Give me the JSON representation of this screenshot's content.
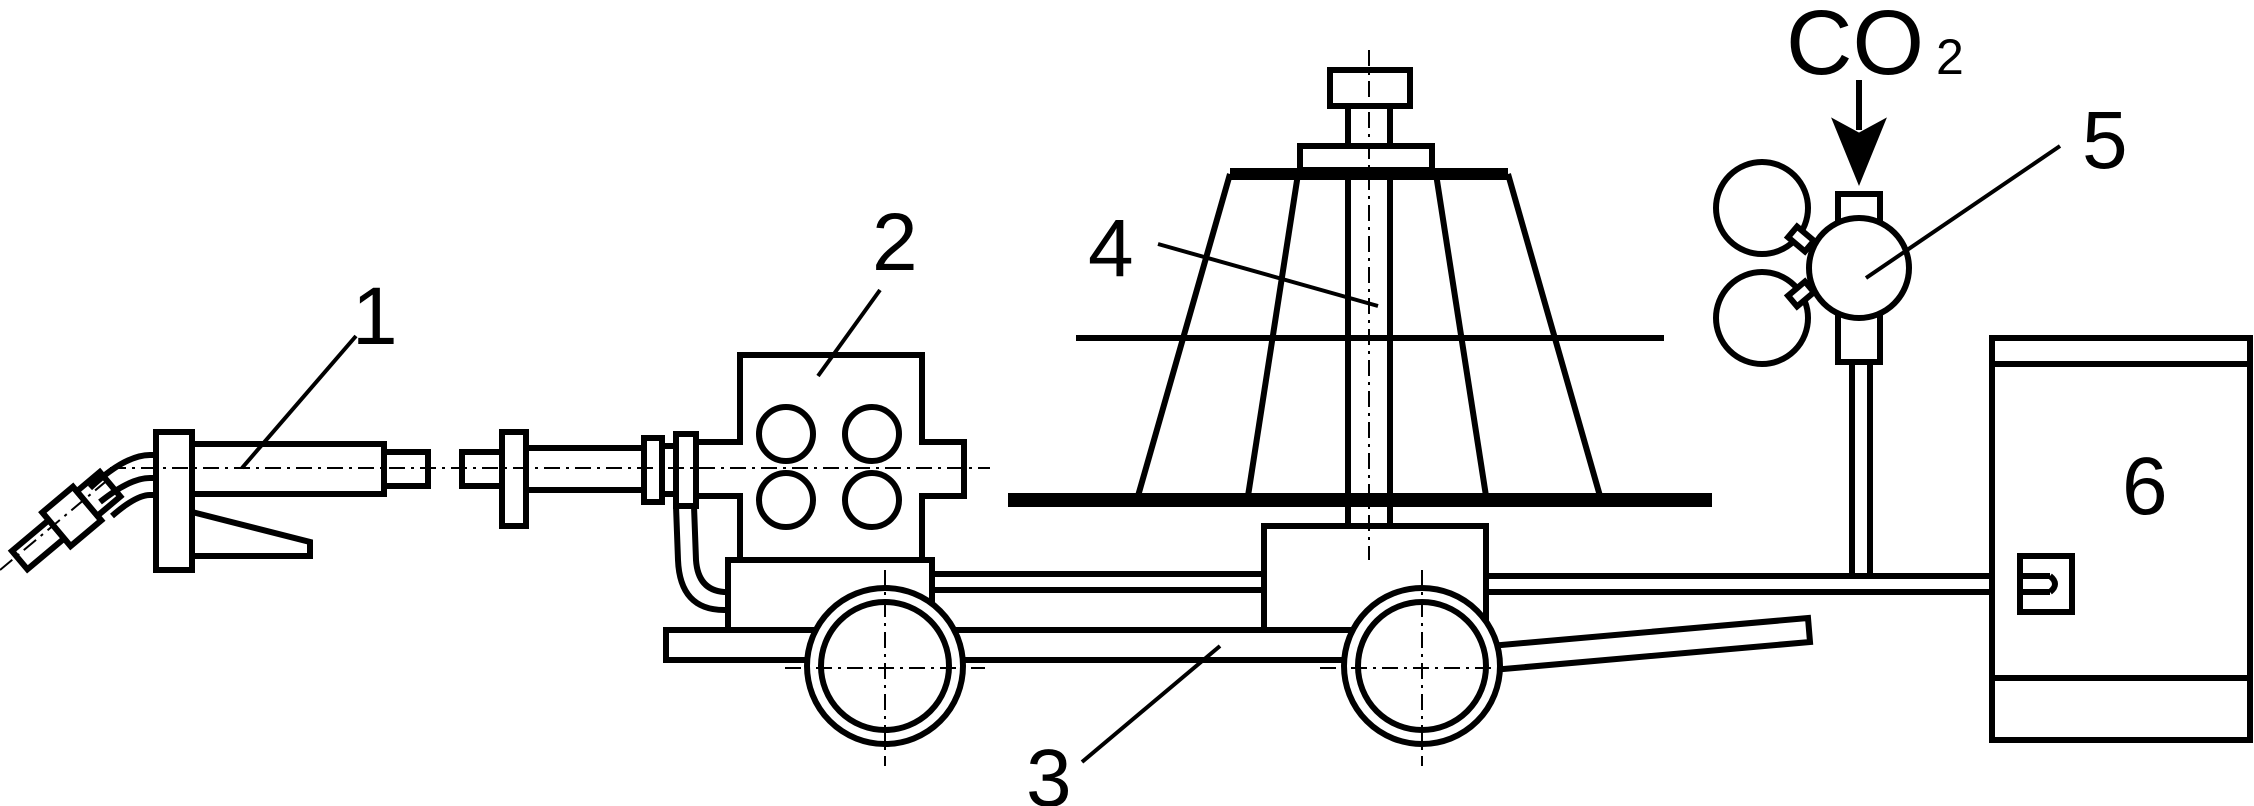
{
  "labels": {
    "l1": "1",
    "l2": "2",
    "l3": "3",
    "l4": "4",
    "l5": "5",
    "l6": "6",
    "co2_main": "CO",
    "co2_sub": "2"
  }
}
